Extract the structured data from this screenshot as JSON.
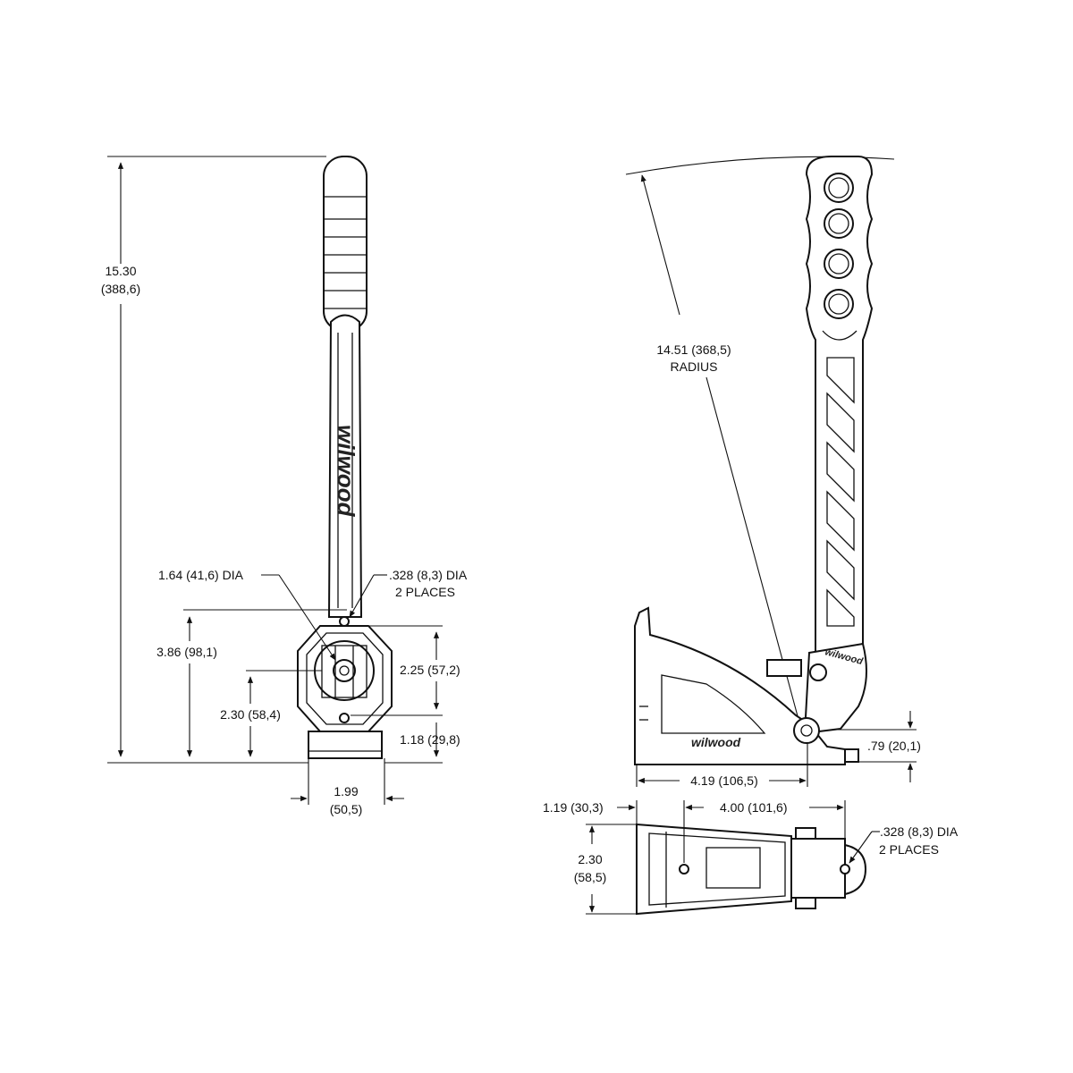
{
  "front_view": {
    "overall_height": "15.30",
    "overall_height_metric": "(388,6)",
    "pivot_height": "3.86 (98,1)",
    "pivot_dia": "1.64 (41,6) DIA",
    "hole_dia": ".328 (8,3) DIA",
    "hole_places": "2 PLACES",
    "hole_spacing": "2.25 (57,2)",
    "base_to_pivot": "2.30 (58,4)",
    "base_to_hole": "1.18 (29,8)",
    "base_width": "1.99",
    "base_width_metric": "(50,5)",
    "logo": "wilwood"
  },
  "side_view": {
    "radius_value": "14.51 (368,5)",
    "radius_label": "RADIUS",
    "base_height": ".79 (20,1)",
    "base_length": "4.19 (106,5)",
    "logo": "wilwood"
  },
  "top_view": {
    "front_offset": "1.19 (30,3)",
    "hole_spacing": "4.00 (101,6)",
    "width": "2.30",
    "width_metric": "(58,5)",
    "hole_dia": ".328 (8,3) DIA",
    "hole_places": "2 PLACES"
  },
  "colors": {
    "line": "#111111",
    "background": "#ffffff"
  }
}
